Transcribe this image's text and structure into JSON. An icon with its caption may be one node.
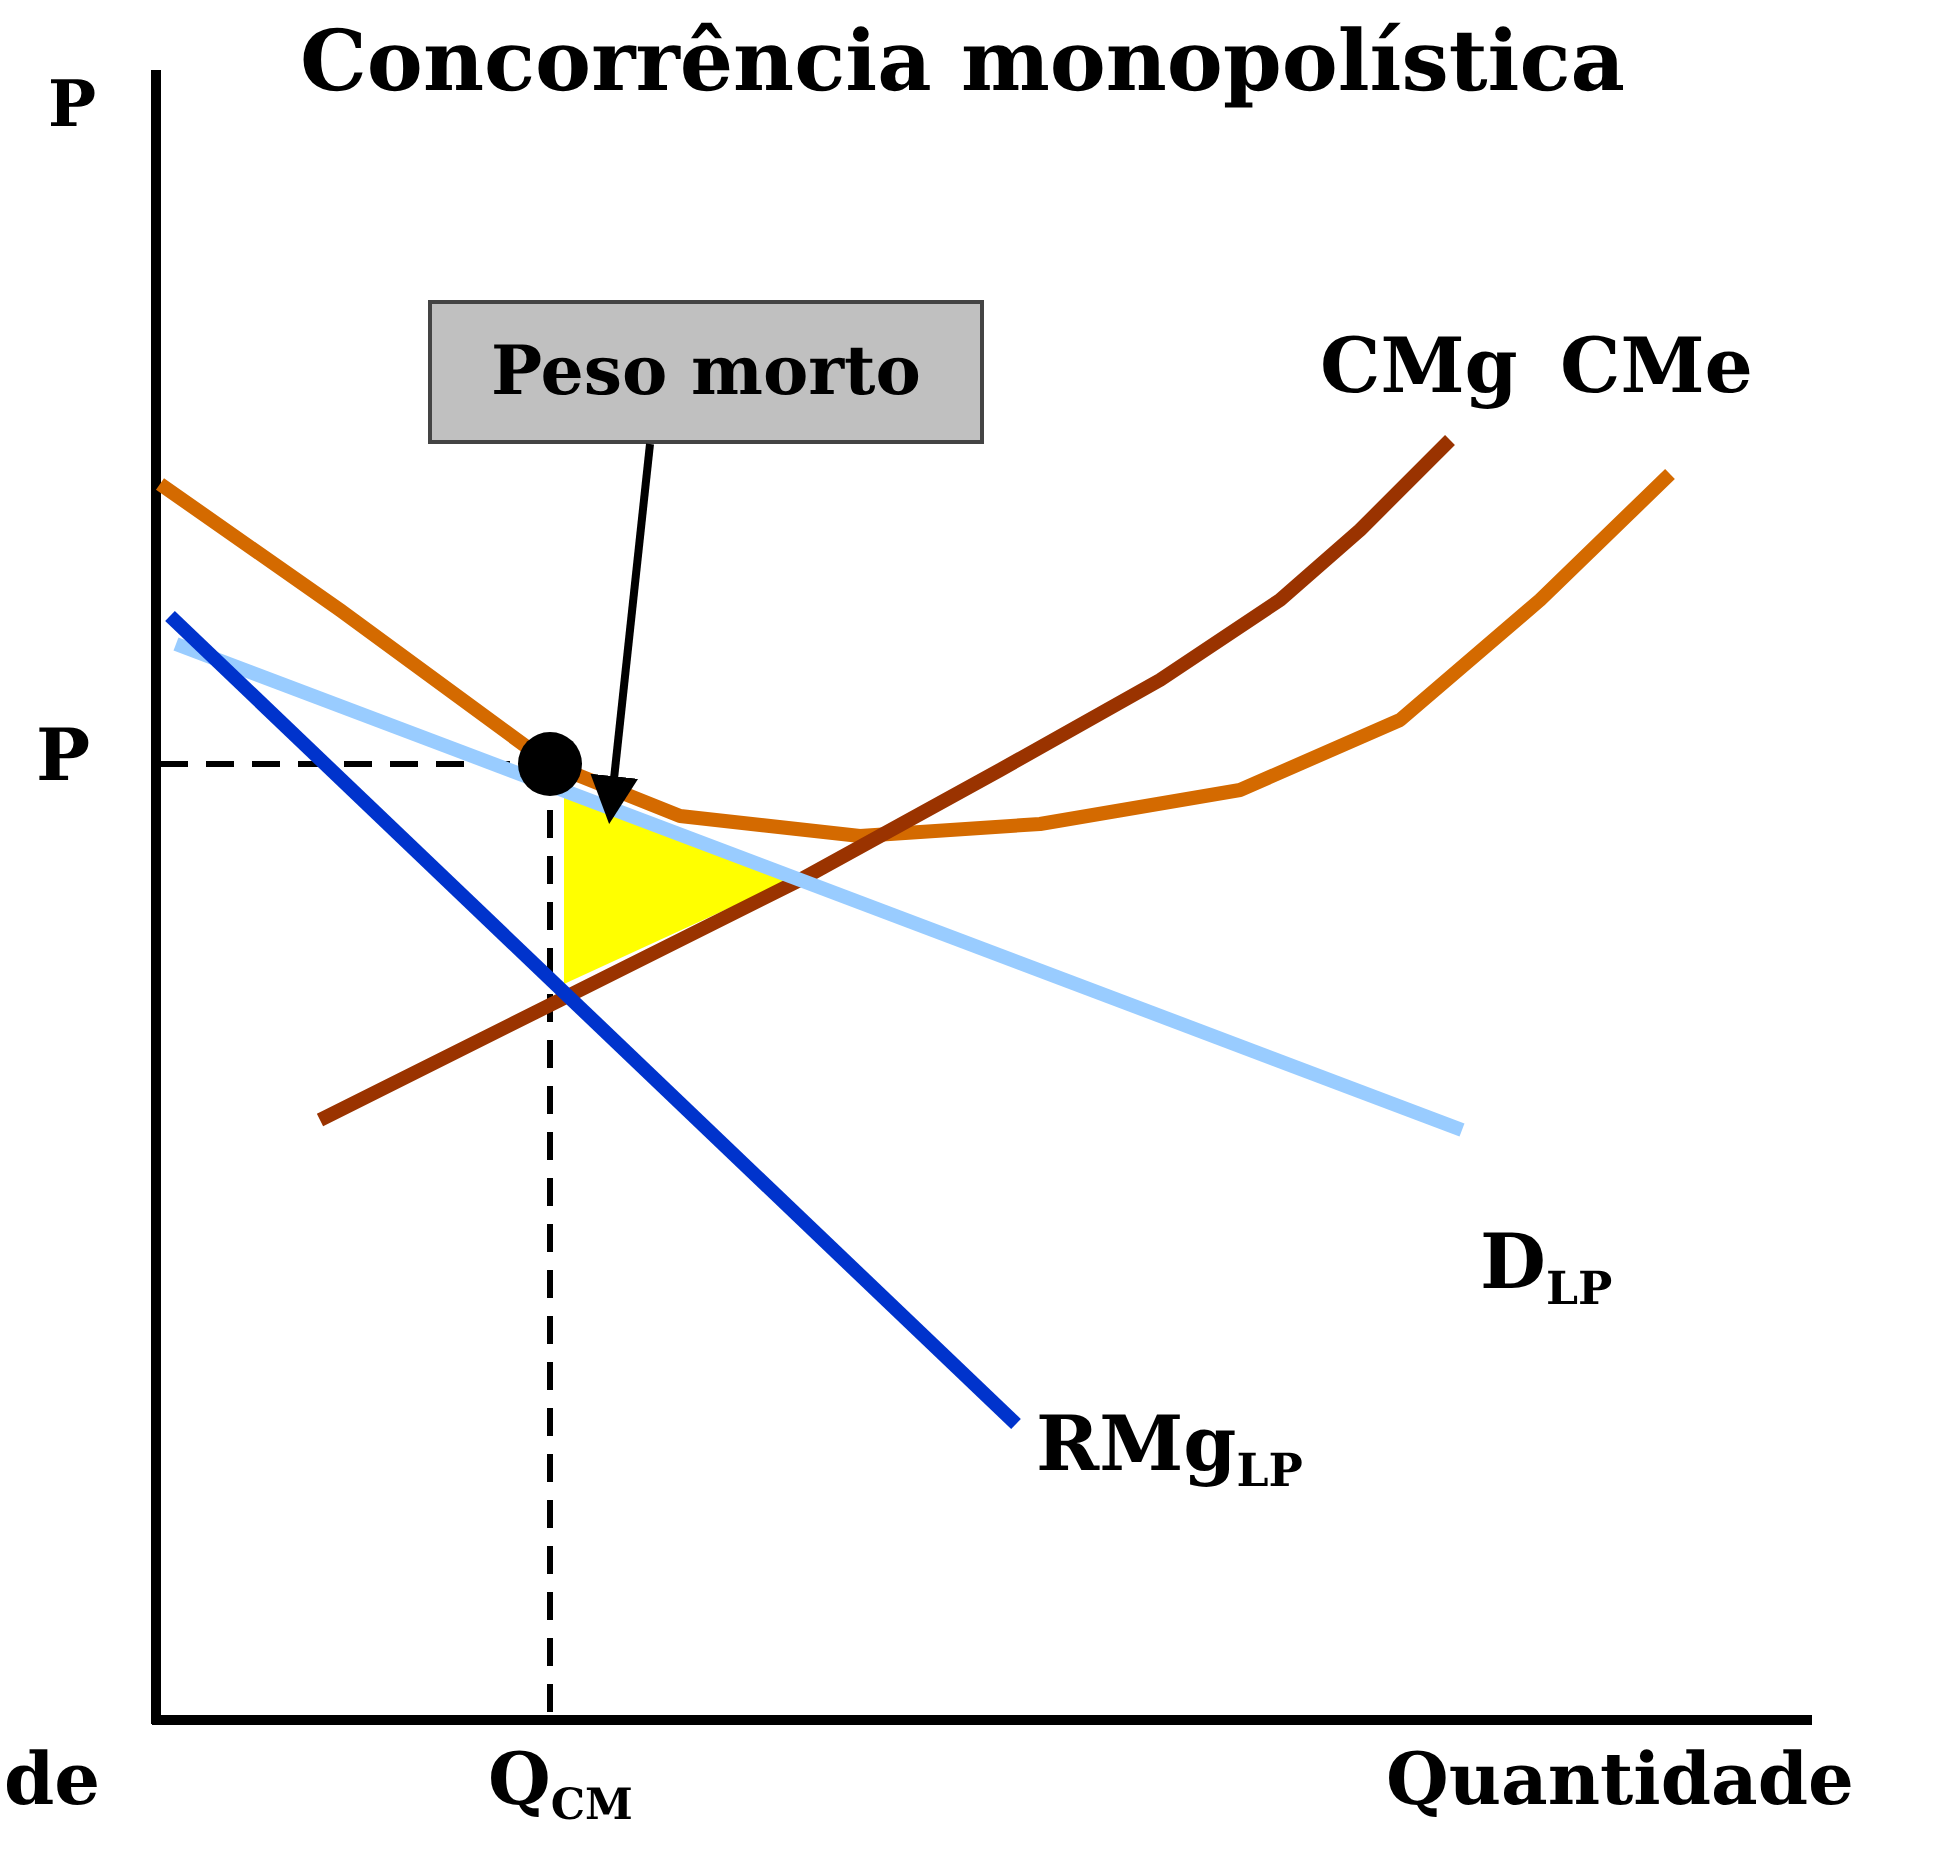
{
  "diagram": {
    "title": "Concorrência monopolística",
    "nodes": [
      {
        "text": [
          "Peso morto"
        ]
      },
      {
        "text": [],
        "shape": "triangle"
      }
    ],
    "edges": [
      {
        "from": 0,
        "to": 1,
        "arrow": "to"
      }
    ],
    "labels": [
      "P",
      "P",
      "CMg",
      "CMe",
      "D$_{LP}$",
      "RMg$_{LP}$",
      "de",
      "Q$_{CM}$",
      "Quantidade"
    ]
  }
}
